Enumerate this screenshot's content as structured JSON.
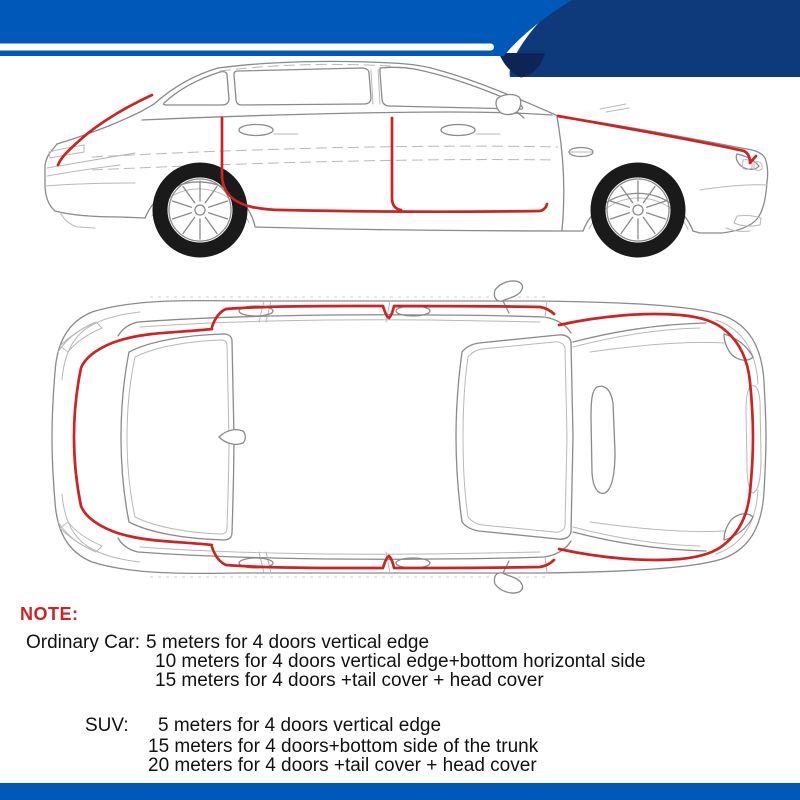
{
  "colors": {
    "banner_blue": "#0059b8",
    "banner_navy": "#0e3a7b",
    "banner_dark": "#0c2554",
    "accent_red": "#cf2222",
    "text": "#111111",
    "line_gray": "#8a8a8a",
    "light_gray": "#b8b8b8",
    "tire_black": "#1a1a1a"
  },
  "note": {
    "title": "NOTE:",
    "ordinary": {
      "label": "Ordinary Car:",
      "lines": [
        "5 meters for 4 doors vertical edge",
        "10 meters for 4 doors vertical edge+bottom horizontal side",
        "15 meters for 4 doors +tail cover + head cover"
      ]
    },
    "suv": {
      "label": "SUV:",
      "lines": [
        "5 meters for 4 doors vertical edge",
        "15 meters for 4 doors+bottom side of the trunk",
        "20 meters for 4 doors +tail cover + head cover"
      ]
    }
  }
}
